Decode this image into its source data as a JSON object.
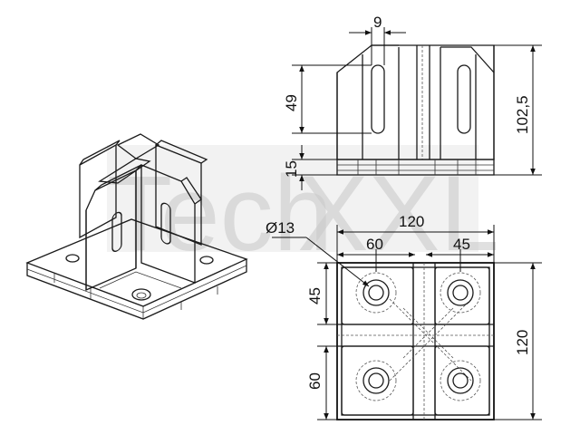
{
  "watermark": {
    "text_a": "Tech",
    "text_b": "XXL"
  },
  "dimensions": {
    "front_slot_width": "9",
    "front_slot_height": "49",
    "front_base_height": "15",
    "front_total_height": "102,5",
    "top_hole_diameter": "Ø13",
    "top_total_width": "120",
    "top_hole_spacing_x": "60",
    "top_edge_to_hole_x": "45",
    "top_edge_to_hole_y": "45",
    "top_hole_spacing_y": "60",
    "top_total_height": "120"
  },
  "colors": {
    "line": "#1a1a1a",
    "watermark": "#c8c8c8"
  }
}
